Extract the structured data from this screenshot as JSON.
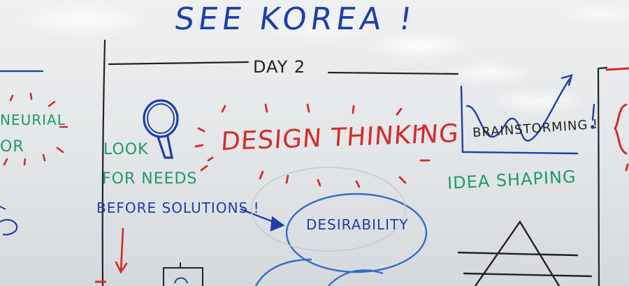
{
  "board": {
    "title": "SEE KOREA !",
    "day_label": "DAY 2",
    "left_edge": {
      "line1": "NEURIAL",
      "line2": "OR"
    },
    "center": {
      "heading": "DESIGN THINKING",
      "look_line1": "LOOK",
      "look_line2": "FOR NEEDS",
      "before_solutions": "BEFORE SOLUTIONS !",
      "desirability": "DESIRABILITY"
    },
    "right": {
      "brainstorming": "BRAINSTORMING !",
      "idea_shaping": "IDEA SHAPING"
    }
  },
  "colors": {
    "marker_blue": "#1d3fa8",
    "marker_green": "#1f9a6a",
    "marker_red": "#d62a2a",
    "marker_black": "#222222",
    "board_white": "#e8eaec"
  }
}
